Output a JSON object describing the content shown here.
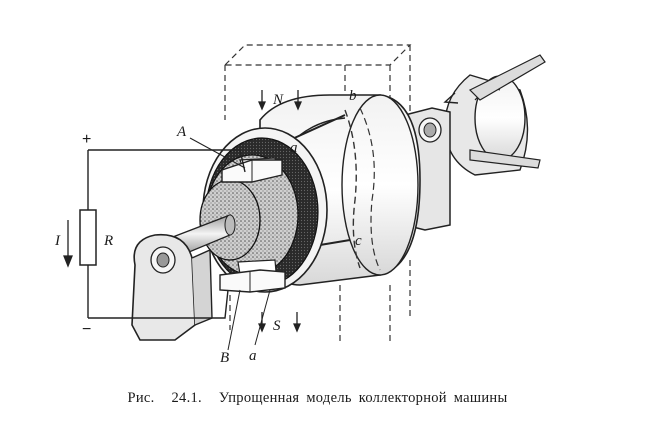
{
  "labels": {
    "plus": "+",
    "minus": "−",
    "current": "I",
    "resistor": "R",
    "brush_a": "A",
    "brush_b": "B",
    "north": "N",
    "south": "S",
    "point_a_top": "a",
    "point_b": "b",
    "point_c": "c",
    "point_a_bottom": "a"
  },
  "caption": {
    "prefix": "Рис.",
    "number": "24.1.",
    "text": "Упрощенная модель коллекторной машины"
  }
}
